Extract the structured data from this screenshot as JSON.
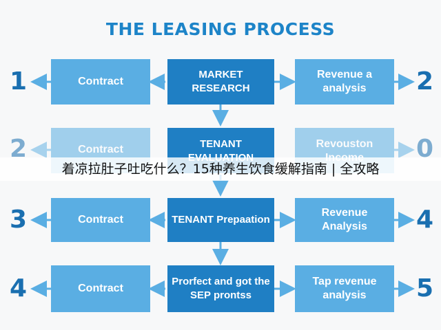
{
  "title": "THE LEASING PROCESS",
  "rows": [
    {
      "left_number": "1",
      "left_box": "Contract",
      "center_box": "MARKET RESEARCH",
      "right_box": "Revenue a analysis",
      "right_number": "2"
    },
    {
      "left_number": "2",
      "left_box": "Contract",
      "center_box": "TENANT EVALUATION",
      "right_box": "Revouston Income",
      "right_number": "0"
    },
    {
      "left_number": "3",
      "left_box": "Contract",
      "center_box": "TENANT Prepaation",
      "right_box": "Revenue Analysis",
      "right_number": "4"
    },
    {
      "left_number": "4",
      "left_box": "Contract",
      "center_box": "Prorfect and got the SEP prontss",
      "right_box": "Tap revenue analysis",
      "right_number": "5"
    }
  ],
  "overlay_text": "着凉拉肚子吐吃什么？15种养生饮食缓解指南 | 全攻略",
  "colors": {
    "title": "#1d84c8",
    "light_box": "#5aaee3",
    "dark_box": "#1f7fc4",
    "number": "#1a6fb0",
    "arrow": "#5aaee3"
  }
}
